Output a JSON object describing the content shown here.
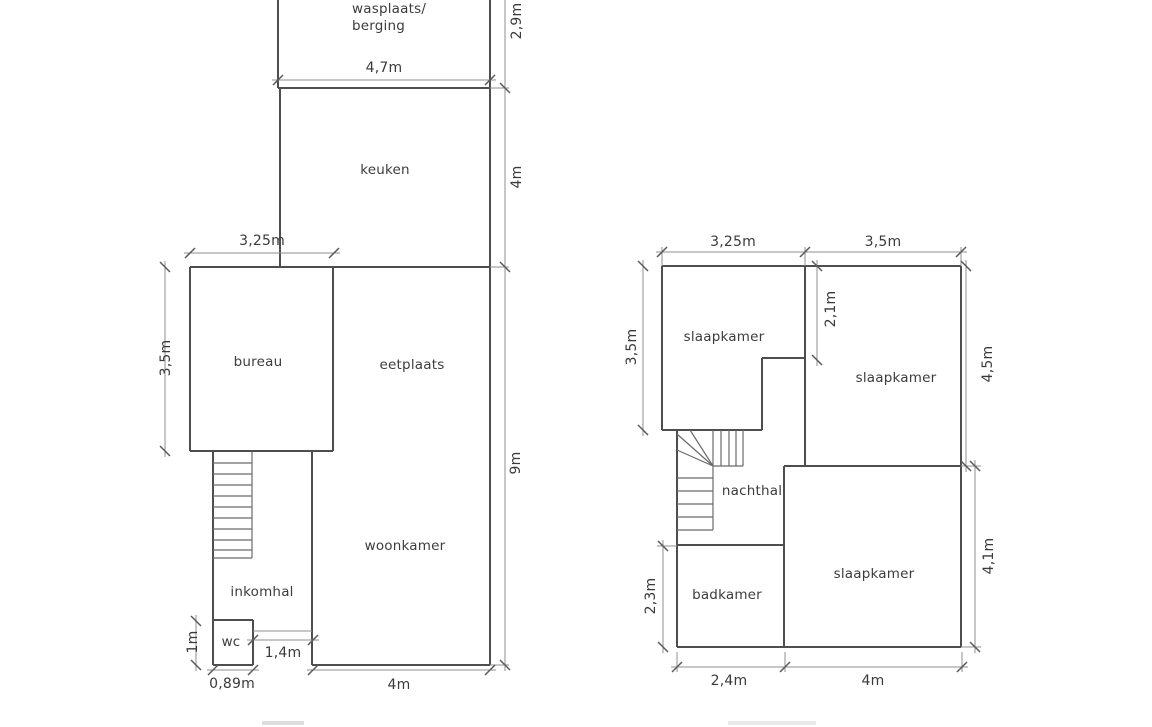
{
  "diagram_type": "architectural floor plan, two storeys side by side",
  "colors": {
    "background": "#ffffff",
    "wall": "#4e4e4e",
    "stair": "#6a6a6a",
    "dimension_line": "#8f8f8f",
    "tick": "#5a5a5a",
    "text": "#3c3c3c"
  },
  "ground_floor": {
    "rooms": {
      "wasplaats_line1": "wasplaats/",
      "wasplaats_line2": "berging",
      "keuken": "keuken",
      "bureau": "bureau",
      "eetplaats": "eetplaats",
      "woonkamer": "woonkamer",
      "inkomhal": "inkomhal",
      "wc": "wc"
    },
    "dims": {
      "width_wasplaats": "4,7m",
      "height_wasplaats": "2,9m",
      "height_keuken": "4m",
      "width_bureau": "3,25m",
      "height_bureau": "3,5m",
      "height_living_zone": "9m",
      "height_wc": "1m",
      "width_hall_passage": "1,4m",
      "width_wc": "0,89m",
      "width_woonkamer": "4m"
    }
  },
  "upper_floor": {
    "rooms": {
      "slaapkamer_top_left": "slaapkamer",
      "slaapkamer_top_right": "slaapkamer",
      "slaapkamer_bottom": "slaapkamer",
      "nachthal": "nachthal",
      "badkamer": "badkamer"
    },
    "dims": {
      "width_slaapkamer_left": "3,25m",
      "width_slaapkamer_right": "3,5m",
      "height_slaapkamer_left": "3,5m",
      "depth_partition_wall": "2,1m",
      "height_right_top": "4,5m",
      "height_right_bottom": "4,1m",
      "height_badkamer": "2,3m",
      "width_badkamer": "2,4m",
      "width_slaapkamer_bottom": "4m"
    }
  }
}
